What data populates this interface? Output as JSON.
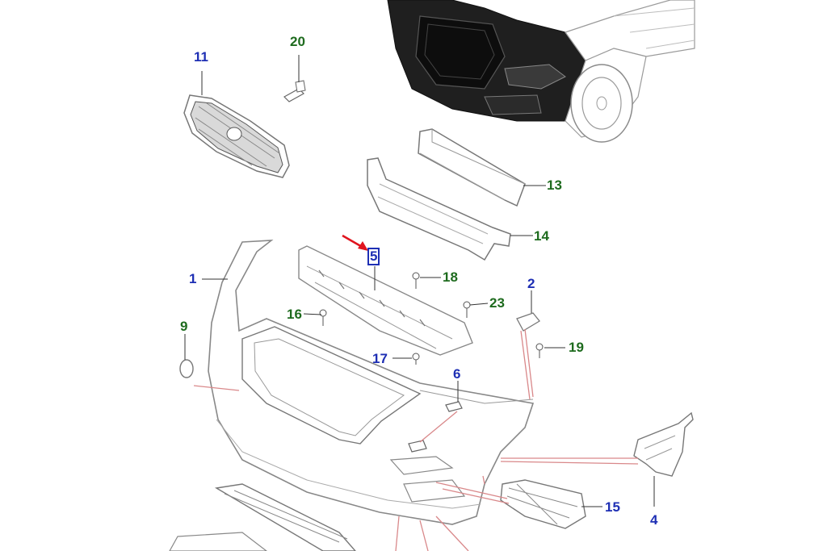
{
  "diagram": {
    "callouts": [
      {
        "id": "c11",
        "text": "11",
        "color": "blue"
      },
      {
        "id": "c20",
        "text": "20",
        "color": "green"
      },
      {
        "id": "c13",
        "text": "13",
        "color": "green"
      },
      {
        "id": "c14",
        "text": "14",
        "color": "green"
      },
      {
        "id": "c1",
        "text": "1",
        "color": "blue"
      },
      {
        "id": "c5",
        "text": "5",
        "color": "blue"
      },
      {
        "id": "c18",
        "text": "18",
        "color": "green"
      },
      {
        "id": "c2",
        "text": "2",
        "color": "blue"
      },
      {
        "id": "c23",
        "text": "23",
        "color": "green"
      },
      {
        "id": "c16",
        "text": "16",
        "color": "green"
      },
      {
        "id": "c9",
        "text": "9",
        "color": "green"
      },
      {
        "id": "c19",
        "text": "19",
        "color": "green"
      },
      {
        "id": "c17",
        "text": "17",
        "color": "blue"
      },
      {
        "id": "c6",
        "text": "6",
        "color": "blue"
      },
      {
        "id": "c15",
        "text": "15",
        "color": "blue"
      },
      {
        "id": "c4",
        "text": "4",
        "color": "blue"
      }
    ],
    "highlighted_callout": "5",
    "colors": {
      "blue_label": "#1e2fb4",
      "green_label": "#1e6b1e",
      "leader": "#d9888a",
      "arrow": "#e0141e",
      "part_line": "#8a8a8a",
      "vehicle": "#1a1a1a"
    }
  }
}
